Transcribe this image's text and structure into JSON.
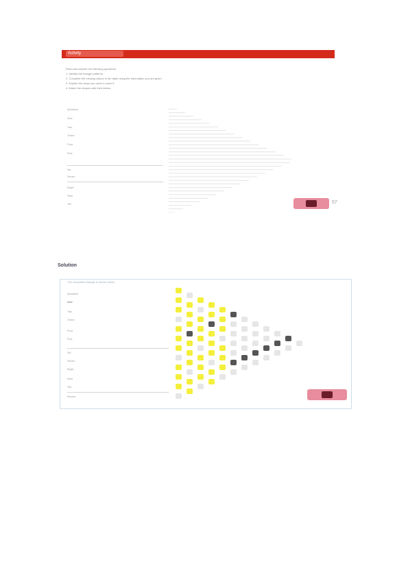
{
  "section": {
    "heading": "Activity",
    "accent": "#d42a1c"
  },
  "intro": {
    "lines": [
      "Read and answer the following questions.",
      "1. Identify the triangle patterns.",
      "2. Complete the missing values in the table using the information you are given.",
      "3. Explain the steps you used to solve it.",
      "4. Match the shapes with their letters."
    ]
  },
  "exercise_form": {
    "items": [
      "Question",
      "One",
      "Two",
      "Three",
      "Four",
      "Five",
      "Six",
      "Seven",
      "Eight",
      "Nine",
      "Ten"
    ]
  },
  "page_number": "57",
  "solution": {
    "title": "Solution",
    "caption": "The completed triangle is shown below."
  },
  "solution_form": {
    "items": [
      "Question",
      "One",
      "Two",
      "Three",
      "Four",
      "Five",
      "Six",
      "Seven",
      "Eight",
      "Nine",
      "Ten",
      "Eleven"
    ]
  },
  "colors": {
    "badge": "#e88d9d",
    "highlight": "#f4ef3a",
    "frame": "#cfdde8"
  }
}
